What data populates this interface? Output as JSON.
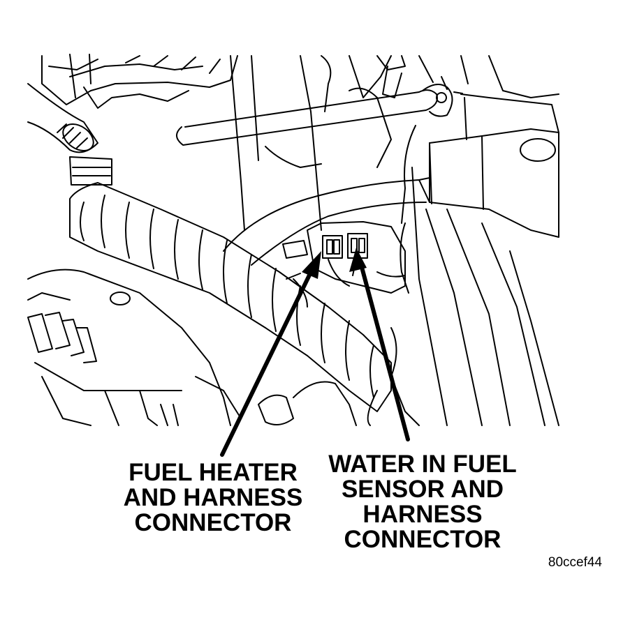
{
  "callouts": {
    "fuel_heater": {
      "lines": [
        "FUEL HEATER",
        "AND HARNESS",
        "CONNECTOR"
      ]
    },
    "water_in_fuel": {
      "lines": [
        "WATER IN FUEL",
        "SENSOR AND",
        "HARNESS",
        "CONNECTOR"
      ]
    }
  },
  "figure_id": "80ccef44",
  "colors": {
    "ink": "#000000",
    "paper": "#ffffff"
  }
}
